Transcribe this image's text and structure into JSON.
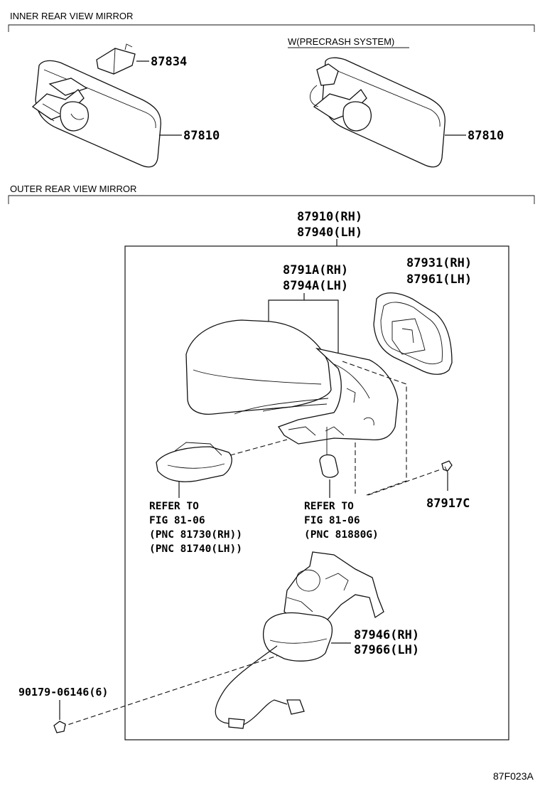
{
  "sections": {
    "inner": "INNER REAR VIEW MIRROR",
    "outer": "OUTER REAR VIEW MIRROR",
    "precrash": "W(PRECRASH SYSTEM)"
  },
  "parts": {
    "p87834": "87834",
    "p87810_a": "87810",
    "p87810_b": "87810",
    "p87910": "87910(RH)",
    "p87940": "87940(LH)",
    "p8791A": "8791A(RH)",
    "p8794A": "8794A(LH)",
    "p87931": "87931(RH)",
    "p87961": "87961(LH)",
    "p87917C": "87917C",
    "p87946": "87946(RH)",
    "p87966": "87966(LH)",
    "p90179": "90179-06146(6)"
  },
  "refs": {
    "left": [
      "REFER TO",
      "FIG 81-06",
      "(PNC 81730(RH))",
      "(PNC 81740(LH))"
    ],
    "right": [
      "REFER TO",
      "FIG 81-06",
      "(PNC 81880G)"
    ]
  },
  "figure_code": "87F023A"
}
